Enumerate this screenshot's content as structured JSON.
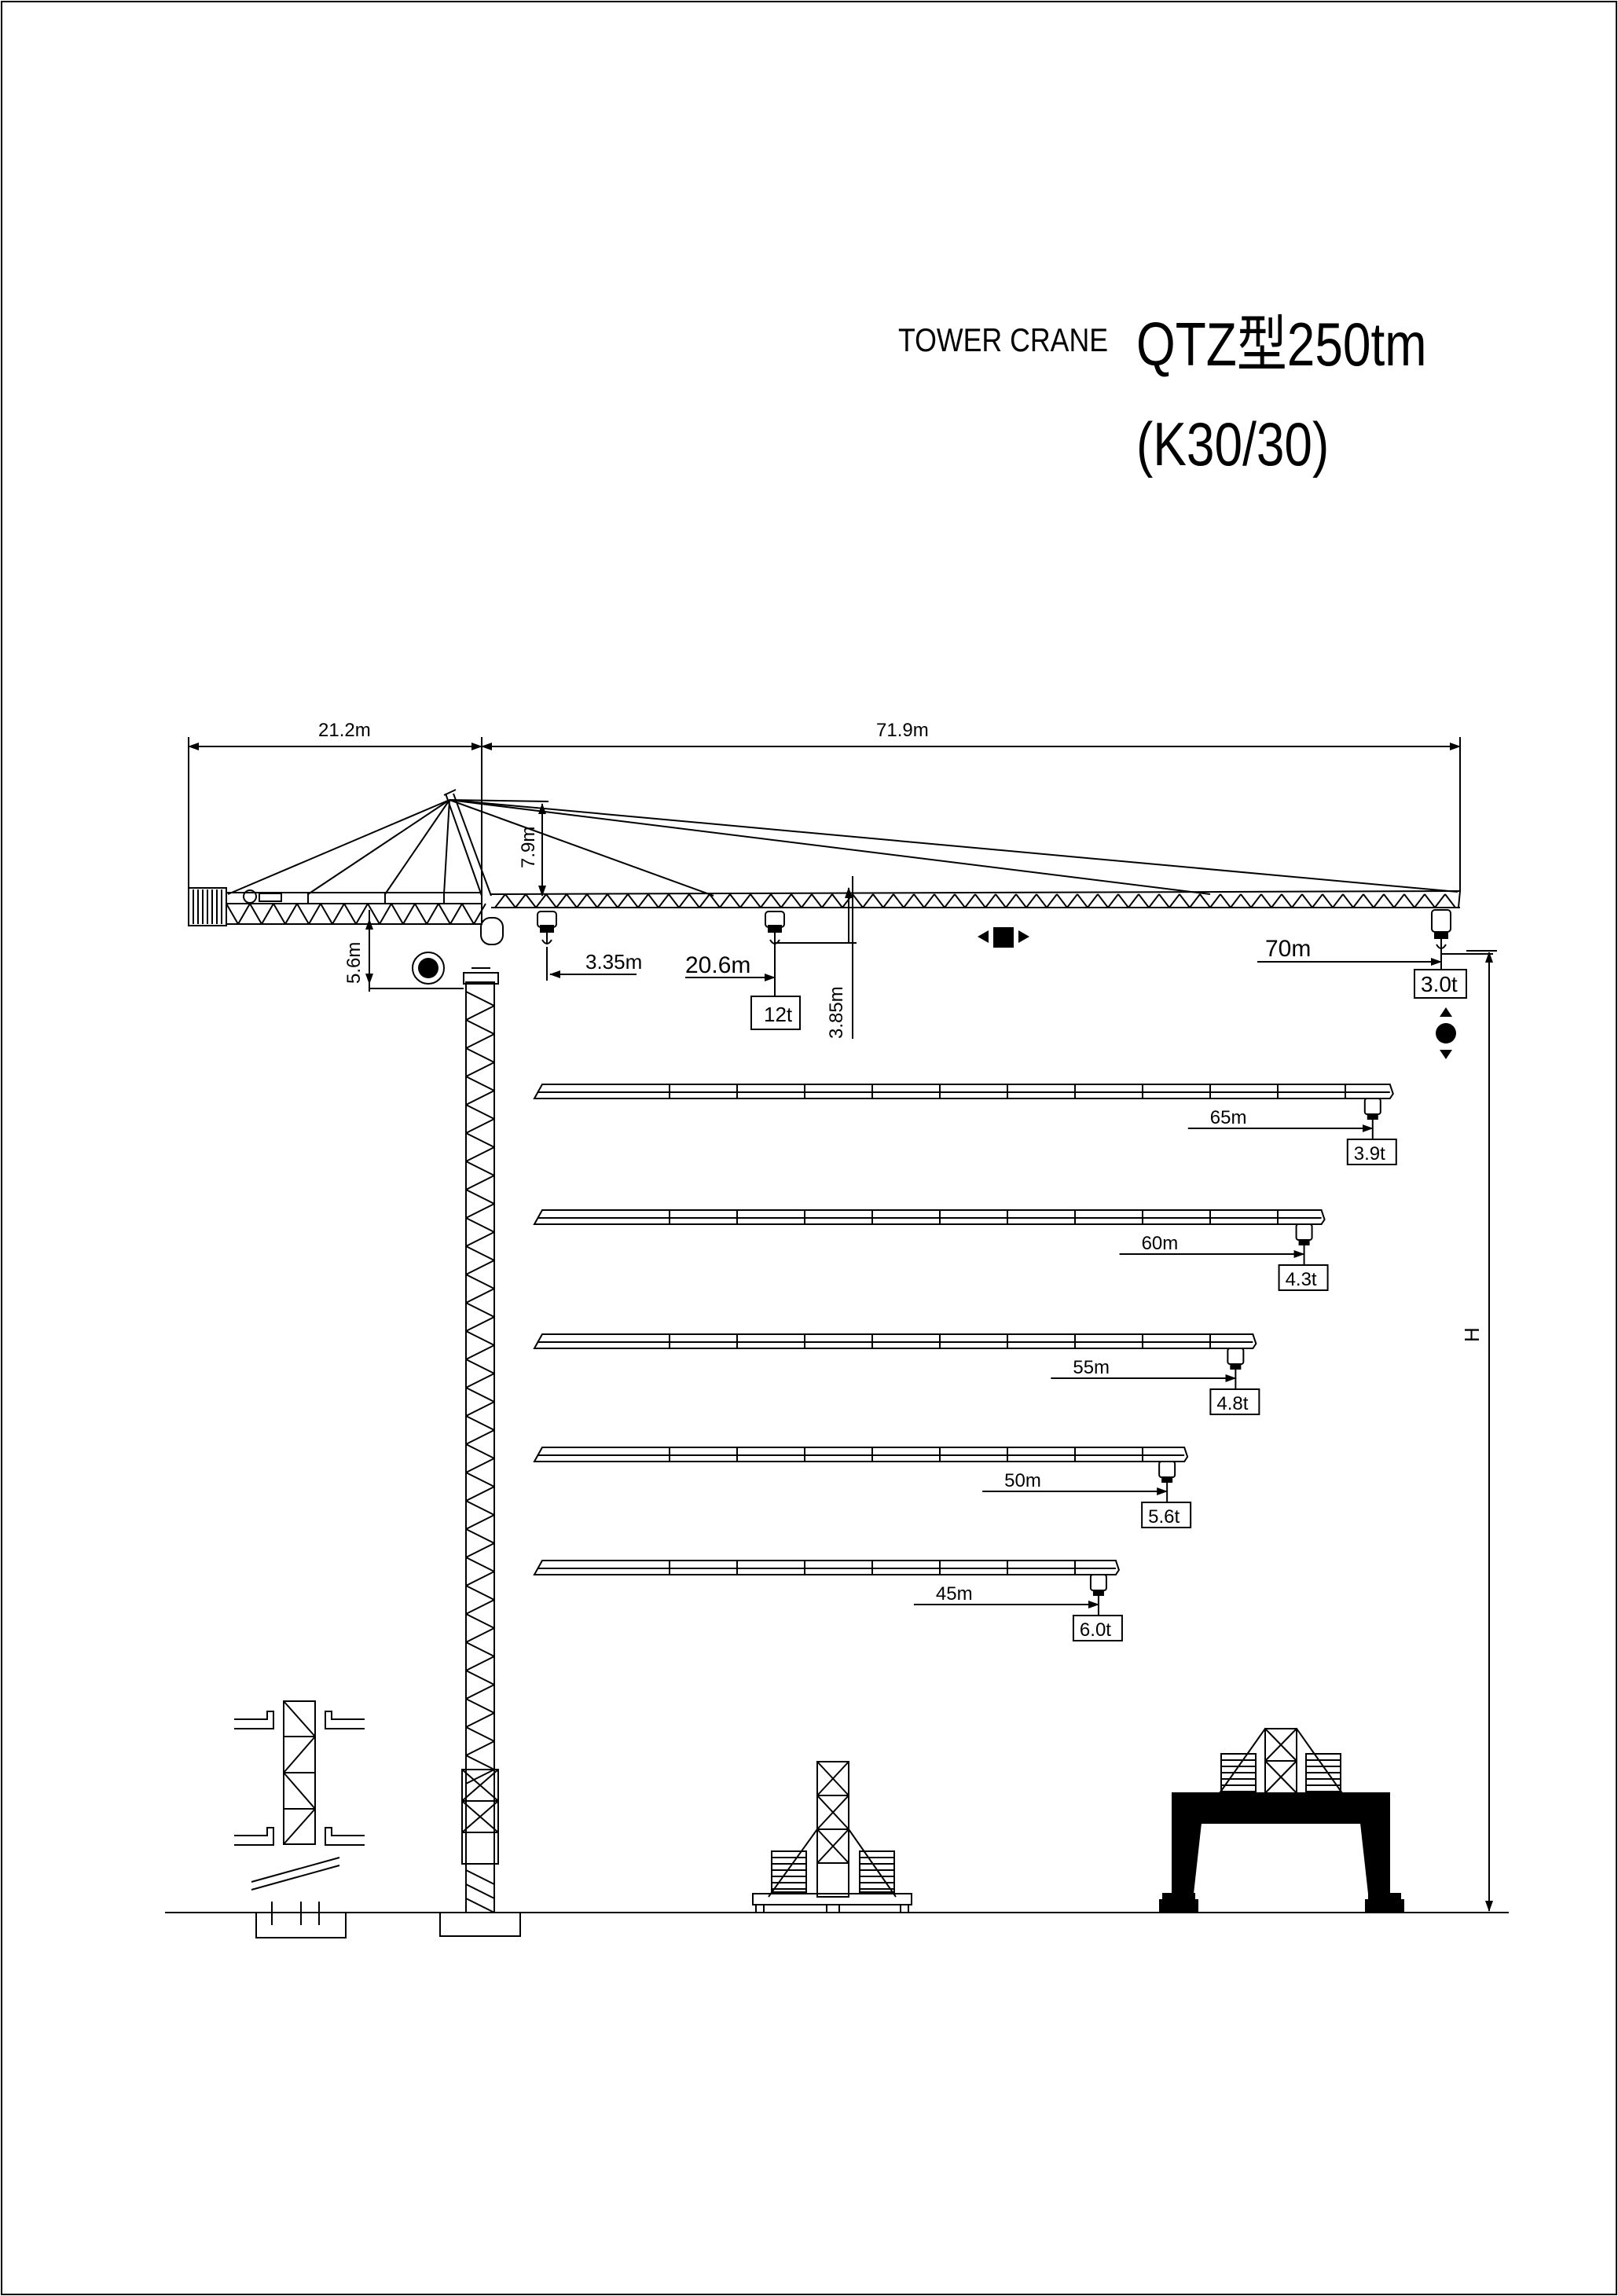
{
  "header": {
    "subtitle": "TOWER CRANE",
    "model": "QTZ型250tm",
    "model_code": "(K30/30)"
  },
  "dimensions": {
    "counter_jib_length": "21.2m",
    "jib_length": "71.9m",
    "top_height": "7.9m",
    "slewing_height": "5.6m",
    "min_radius": "3.35m",
    "max_load_radius": "20.6m",
    "trolley_drop": "3.85m",
    "max_load": "12t",
    "height_label": "H"
  },
  "tip_load": {
    "radius": "70m",
    "load": "3.0t"
  },
  "jib_variants": [
    {
      "radius": "65m",
      "load": "3.9t",
      "length": 65
    },
    {
      "radius": "60m",
      "load": "4.3t",
      "length": 60
    },
    {
      "radius": "55m",
      "load": "4.8t",
      "length": 55
    },
    {
      "radius": "50m",
      "load": "5.6t",
      "length": 50
    },
    {
      "radius": "45m",
      "load": "6.0t",
      "length": 45
    }
  ]
}
